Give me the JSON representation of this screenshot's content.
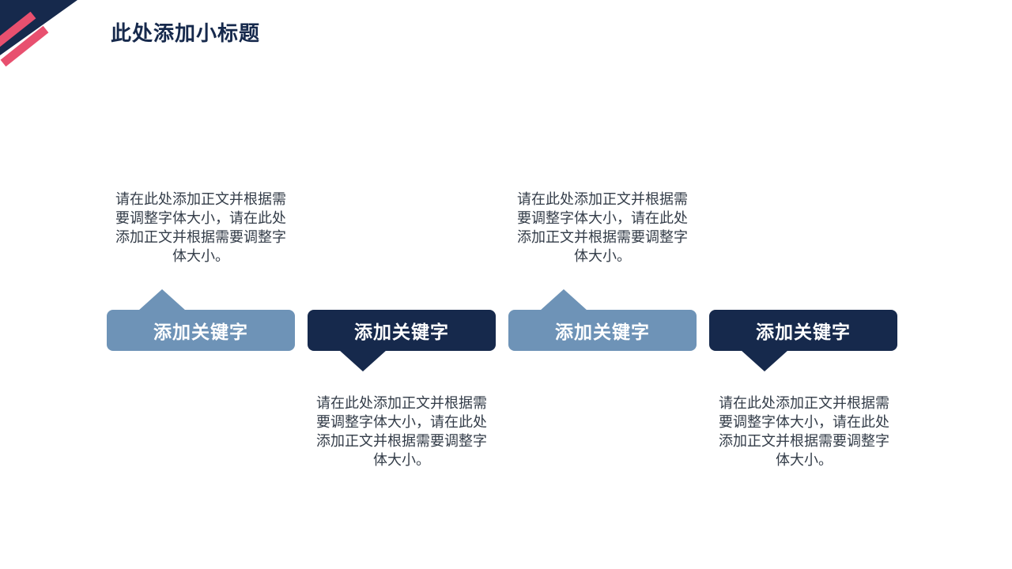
{
  "slide": {
    "title": "此处添加小标题",
    "items": [
      {
        "keyword": "添加关键字",
        "text": "请在此处添加正文并根据需要调整字体大小，请在此处添加正文并根据需要调整字体大小。",
        "text_position": "above",
        "style": "light"
      },
      {
        "keyword": "添加关键字",
        "text": "请在此处添加正文并根据需要调整字体大小，请在此处添加正文并根据需要调整字体大小。",
        "text_position": "below",
        "style": "dark"
      },
      {
        "keyword": "添加关键字",
        "text": "请在此处添加正文并根据需要调整字体大小，请在此处添加正文并根据需要调整字体大小。",
        "text_position": "above",
        "style": "light"
      },
      {
        "keyword": "添加关键字",
        "text": "请在此处添加正文并根据需要调整字体大小，请在此处添加正文并根据需要调整字体大小。",
        "text_position": "below",
        "style": "dark"
      }
    ],
    "colors": {
      "dark_navy": "#16294c",
      "light_blue": "#6e93b7",
      "accent_pink": "#e8506f",
      "body_text": "#333c48",
      "background": "#ffffff"
    }
  }
}
